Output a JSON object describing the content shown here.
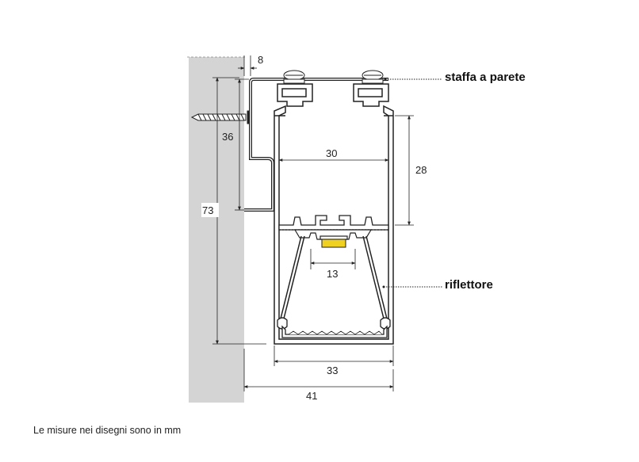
{
  "dimensions": {
    "bracket_thickness": "8",
    "bracket_height": "36",
    "total_height": "73",
    "inner_width": "30",
    "upper_chamber_height": "28",
    "led_width": "13",
    "body_width": "33",
    "total_width": "41"
  },
  "callouts": {
    "bracket": "staffa a parete",
    "reflector": "riflettore"
  },
  "note": "Le misure nei disegni sono in mm",
  "colors": {
    "wall": "#d4d4d4",
    "line": "#222222",
    "led": "#f0d020"
  }
}
